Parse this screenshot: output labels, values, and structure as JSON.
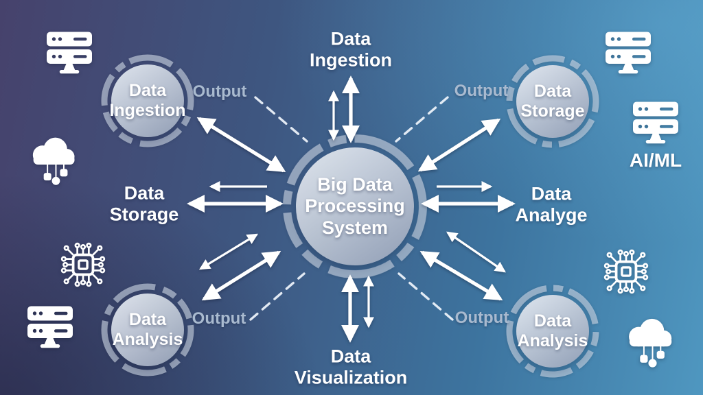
{
  "diagram": {
    "center_label": "Big Data\nProcessing\nSystem",
    "satellites": {
      "top_left": {
        "label": "Data\nIngestion",
        "output": "Output"
      },
      "top_right": {
        "label": "Data\nStorage",
        "output": "Output"
      },
      "bottom_left": {
        "label": "Data\nAnalysis",
        "output": "Output"
      },
      "bottom_right": {
        "label": "Data\nAnalysis",
        "output": "Output"
      }
    },
    "edge_labels": {
      "top": "Data\nIngestion",
      "left": "Data\nStorage",
      "right": "Data\nAnalyge",
      "bottom": "Data\nVisualization"
    },
    "ai_ml_label": "AI/ML",
    "icons": [
      "server-icon-top-left",
      "cloud-icon-left",
      "chip-icon-left",
      "server-icon-bottom-left",
      "server-icon-top-right",
      "server-icon-ai-ml",
      "chip-icon-right",
      "cloud-icon-bottom-right"
    ],
    "colors": {
      "background_dark": "#46426c",
      "background_light": "#4f97c0",
      "node_fill_light": "#e6ebf2",
      "node_fill_dark": "#94a0b6",
      "ring": "#cdd6e5",
      "arrow": "#ffffff",
      "output_text": "#a9bacf",
      "label_text": "#ffffff"
    }
  }
}
